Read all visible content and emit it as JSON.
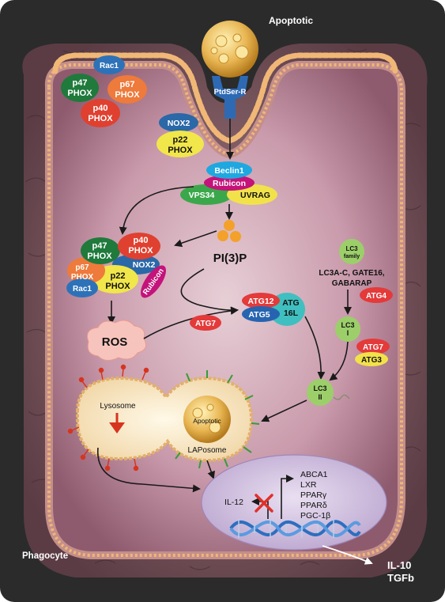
{
  "labels": {
    "apoptotic_top": "Apoptotic",
    "ptdser_r": "PtdSer-R",
    "rac1": "Rac1",
    "p47": "p47",
    "phox": "PHOX",
    "p67": "p67",
    "p40": "p40",
    "p22": "p22",
    "nox2": "NOX2",
    "beclin1": "Beclin1",
    "rubicon": "Rubicon",
    "vps34": "VPS34",
    "uvrag": "UVRAG",
    "pi3p": "PI(3)P",
    "ros": "ROS",
    "atg7": "ATG7",
    "atg12": "ATG12",
    "atg5": "ATG5",
    "atg": "ATG",
    "l16": "16L",
    "lc3": "LC3",
    "family": "family",
    "lc3_members_line1": "LC3A-C, GATE16,",
    "lc3_members_line2": "GABARAP",
    "atg4": "ATG4",
    "roman_i": "I",
    "roman_ii": "II",
    "atg3": "ATG3",
    "lysosome": "Lysosome",
    "apoptotic_small": "Apoptotic",
    "laposome": "LAPosome",
    "abca1": "ABCA1",
    "lxr": "LXR",
    "ppar_g": "PPARγ",
    "ppar_d": "PPARδ",
    "pgc1b": "PGC-1β",
    "il12": "IL-12",
    "phagocyte": "Phagocyte",
    "il10": "IL-10",
    "tgfb": "TGFb"
  },
  "colors": {
    "background_dark": "#2b2b2b",
    "cell_interior": "#c9a2b0",
    "membrane_heads": "#e8b070",
    "rac1_blue": "#2d72b8",
    "p47_green": "#1f7a3c",
    "p67_orange": "#ee7a3b",
    "p40_red": "#e0402f",
    "nox2_blue": "#2a68a8",
    "p22_yellow": "#f1e64a",
    "beclin_cyan": "#1fa8e0",
    "rubicon_magenta": "#c4137a",
    "vps34_green": "#3aa84a",
    "uvrag_yellow": "#f2e24a",
    "pi3p_orange": "#f3a12a",
    "atg_red": "#e43a3a",
    "atg5_blue": "#2664b0",
    "atg16_teal": "#3fbfc0",
    "lc3_green": "#9ccf6a",
    "nucleus_lavender": "#d7c6e6",
    "dna_blue": "#2c6fc0",
    "lysosome_red": "#d7341f"
  }
}
